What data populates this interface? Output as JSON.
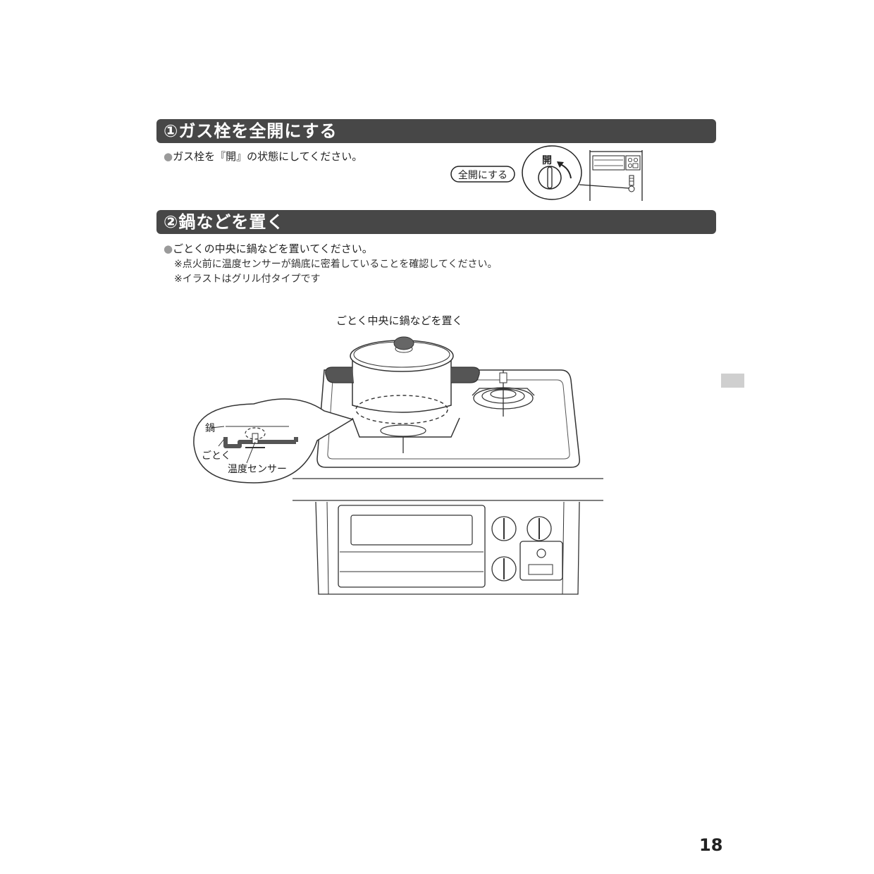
{
  "section1": {
    "title": "①ガス栓を全開にする",
    "bullet": "ガス栓を『開』の状態にしてください。",
    "valve_label": "全開にする",
    "valve_open_mark": "開"
  },
  "section2": {
    "title": "②鍋などを置く",
    "bullet": "ごとくの中央に鍋などを置いてください。",
    "notes": [
      "※点火前に温度センサーが鍋底に密着していることを確認してください。",
      "※イラストはグリル付タイプです"
    ],
    "figure_caption": "ごとく中央に鍋などを置く",
    "callouts": {
      "pot": "鍋",
      "trivet": "ごとく",
      "sensor": "温度センサー"
    }
  },
  "page_number": "18"
}
